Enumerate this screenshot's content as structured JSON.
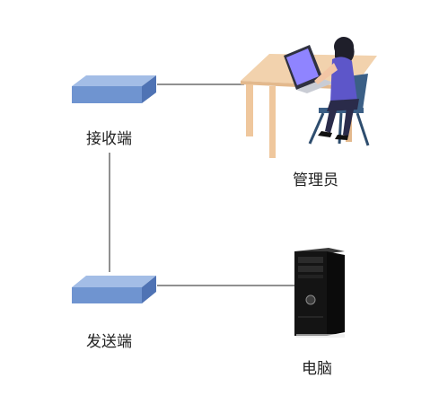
{
  "labels": {
    "receiver": "接收端",
    "admin": "管理员",
    "sender": "发送端",
    "computer": "电脑"
  },
  "icons": {
    "receiver": "network-device-icon",
    "sender": "network-device-icon",
    "admin": "person-at-laptop-desk-icon",
    "computer": "desktop-tower-pc-icon"
  },
  "colors": {
    "device_top": "#9ab4e2",
    "device_front": "#6f94d0",
    "device_side": "#4f73b4",
    "connector_line": "#222222"
  }
}
